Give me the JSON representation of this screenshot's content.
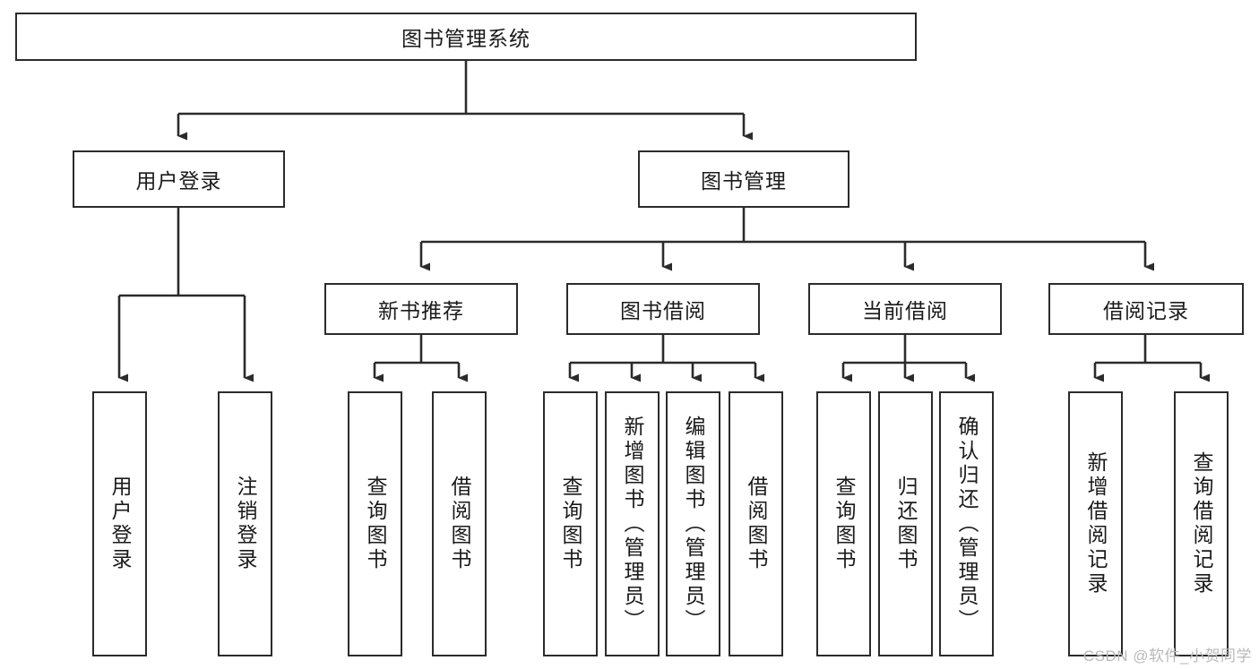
{
  "diagram": {
    "type": "tree-hierarchy",
    "title_node": "图书管理系统",
    "level2": {
      "user_login": "用户登录",
      "book_manage": "图书管理"
    },
    "level3": {
      "new_book_recommend": "新书推荐",
      "book_borrow": "图书借阅",
      "current_borrow": "当前借阅",
      "borrow_record": "借阅记录"
    },
    "leaves": {
      "user_login_1": "用户登录",
      "user_login_2": "注销登录",
      "recommend_1": "查询图书",
      "recommend_2": "借阅图书",
      "borrow_1": "查询图书",
      "borrow_2": "新增图书（管理员）",
      "borrow_3": "编辑图书（管理员）",
      "borrow_4": "借阅图书",
      "current_1": "查询图书",
      "current_2": "归还图书",
      "current_3": "确认归还（管理员）",
      "record_1": "新增借阅记录",
      "record_2": "查询借阅记录"
    }
  },
  "watermark": {
    "text": "CSDN @软件_小贺同学"
  },
  "colors": {
    "stroke": "#2b2b2b",
    "box_fill": "#ffffff",
    "text": "#1a1a1a",
    "watermark": "#b9b9b9",
    "background": "#ffffff"
  }
}
